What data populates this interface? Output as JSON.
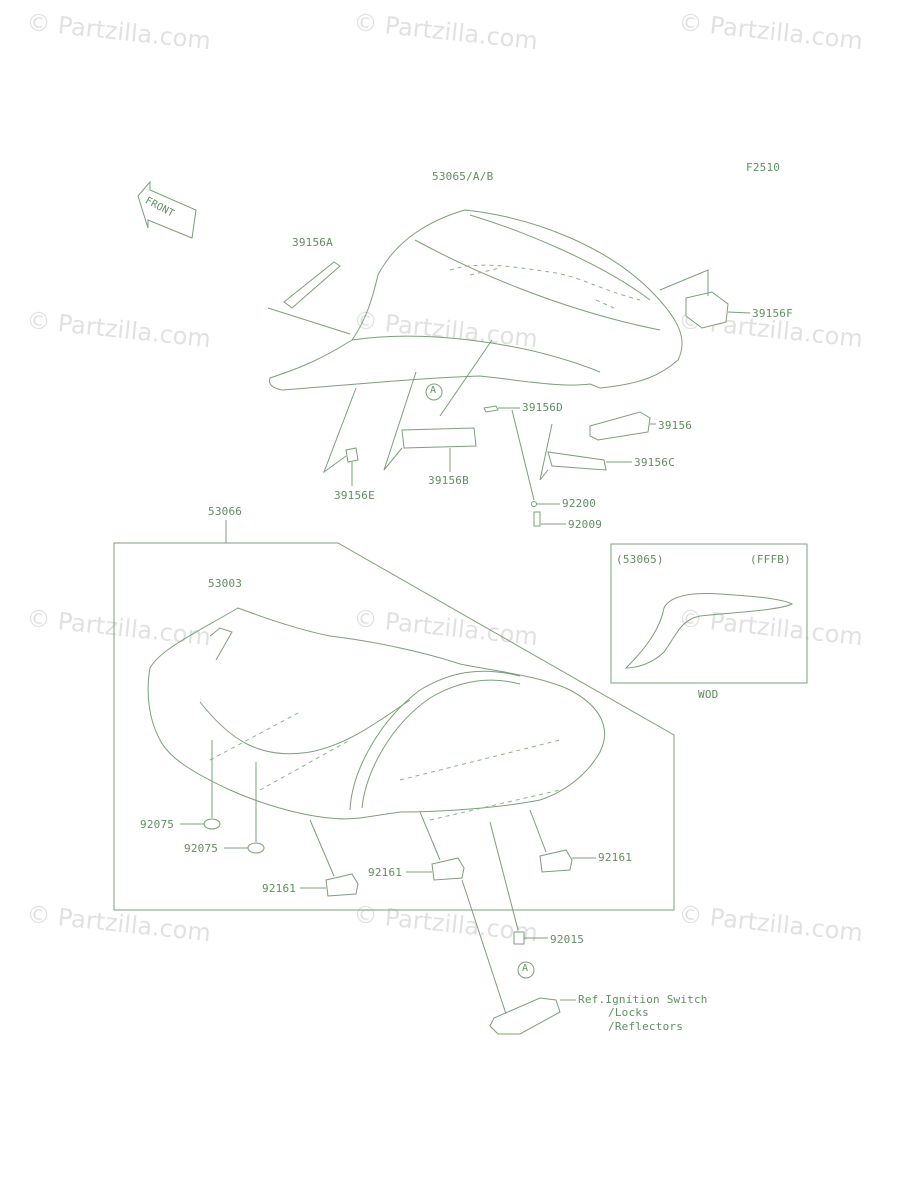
{
  "figure_code": "F2510",
  "watermark": "© Partzilla.com",
  "front_label": "FRONT",
  "parts": {
    "seat_cover": "53065/A/B",
    "p39156A": "39156A",
    "p39156F": "39156F",
    "p39156D": "39156D",
    "p39156": "39156",
    "p39156C": "39156C",
    "p39156B": "39156B",
    "p39156E": "39156E",
    "p92200": "92200",
    "p92009": "92009",
    "seat_assy": "53066",
    "seat_pad": "53003",
    "p92075a": "92075",
    "p92075b": "92075",
    "p92161a": "92161",
    "p92161b": "92161",
    "p92161c": "92161",
    "p92015": "92015",
    "ref_a1": "A",
    "ref_a2": "A"
  },
  "inset": {
    "part": "(53065)",
    "code": "(FFFB)",
    "caption": "WOD"
  },
  "reference": {
    "line1": "Ref.Ignition Switch",
    "line2": "/Locks",
    "line3": "/Reflectors"
  }
}
